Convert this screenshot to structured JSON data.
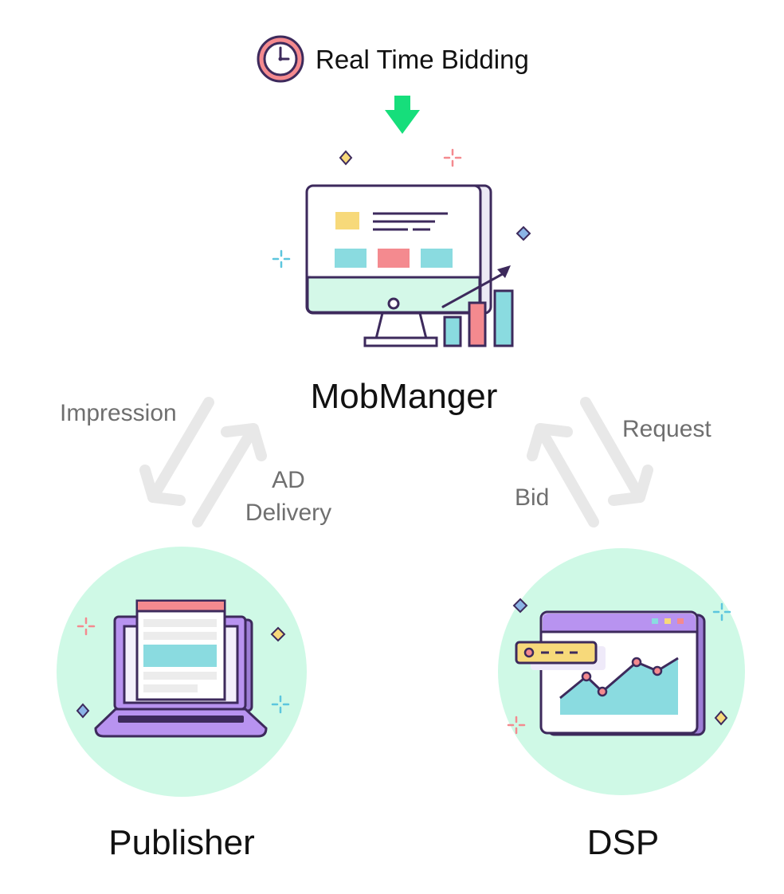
{
  "header": {
    "title": "Real Time Bidding",
    "clock_icon": "clock-icon",
    "arrow_icon": "arrow-down-icon"
  },
  "nodes": {
    "hub": {
      "label": "MobManger",
      "icon": "desktop-analytics-icon"
    },
    "publisher": {
      "label": "Publisher",
      "icon": "laptop-webpage-icon"
    },
    "dsp": {
      "label": "DSP",
      "icon": "browser-chart-icon"
    }
  },
  "flows": {
    "impression": "Impression",
    "ad_delivery_line1": "AD",
    "ad_delivery_line2": "Delivery",
    "bid": "Bid",
    "request": "Request"
  },
  "colors": {
    "outline": "#3d2a5c",
    "mint": "#d4f8e8",
    "mint_circle": "#cff9e6",
    "green_arrow": "#16de7b",
    "flow_arrow": "#e8e8e8",
    "flow_text": "#6f6f6f",
    "pink": "#f48a8f",
    "teal": "#8adbe0",
    "yellow": "#f7d97a",
    "purple": "#b893f0"
  }
}
